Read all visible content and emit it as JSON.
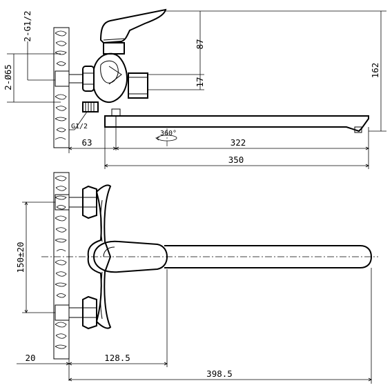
{
  "top_view": {
    "dim_height_total": "162",
    "dim_handle_height": "87",
    "dim_outlet_offset": "17",
    "dim_thread_2x": "2-G1/2",
    "dim_flange_diameter": "2-Ø65",
    "dim_thread_inlet": "G1/2",
    "dim_rotation": "360°",
    "dim_wall_to_center": "63",
    "dim_spout_length": "322",
    "dim_overall_length": "350"
  },
  "front_view": {
    "dim_center_distance": "150±20",
    "dim_wall_gap": "20",
    "dim_handle_projection": "128.5",
    "dim_overall_projection": "398.5"
  },
  "colors": {
    "line": "#000000",
    "background": "#ffffff"
  }
}
